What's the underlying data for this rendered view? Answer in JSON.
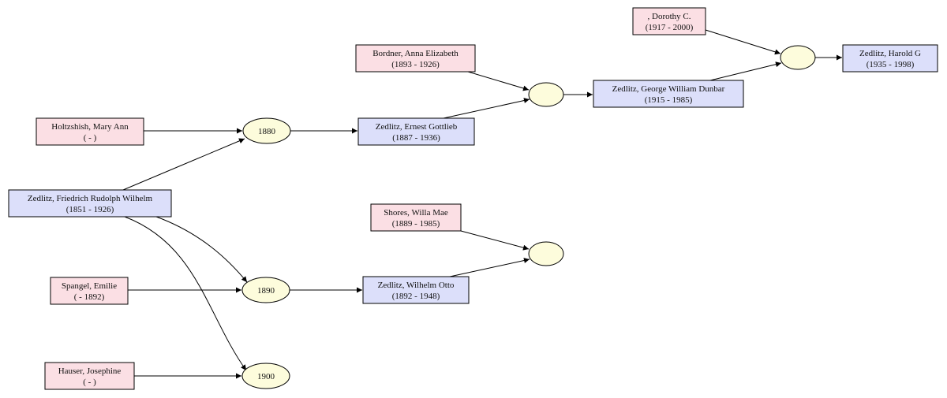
{
  "colors": {
    "female_fill": "#fbdfe4",
    "male_fill": "#dcdffa",
    "family_fill": "#fdfcdc",
    "line": "#000000"
  },
  "people": [
    {
      "id": "dorothy",
      "name": ", Dorothy C.",
      "dates": "(1917 - 2000)",
      "sex": "female"
    },
    {
      "id": "harold",
      "name": "Zedlitz, Harold G",
      "dates": "(1935 - 1998)",
      "sex": "male"
    },
    {
      "id": "anna",
      "name": "Bordner, Anna Elizabeth",
      "dates": "(1893 - 1926)",
      "sex": "female"
    },
    {
      "id": "george",
      "name": "Zedlitz, George William Dunbar",
      "dates": "(1915 - 1985)",
      "sex": "male"
    },
    {
      "id": "maryann",
      "name": "Holtzshish, Mary Ann",
      "dates": "( - )",
      "sex": "female"
    },
    {
      "id": "ernest",
      "name": "Zedlitz, Ernest Gottlieb",
      "dates": "(1887 - 1936)",
      "sex": "male"
    },
    {
      "id": "friedrich",
      "name": "Zedlitz, Friedrich Rudolph Wilhelm",
      "dates": "(1851 - 1926)",
      "sex": "male"
    },
    {
      "id": "willa",
      "name": "Shores, Willa Mae",
      "dates": "(1889 - 1985)",
      "sex": "female"
    },
    {
      "id": "emilie",
      "name": "Spangel, Emilie",
      "dates": "( - 1892)",
      "sex": "female"
    },
    {
      "id": "wilhelm",
      "name": "Zedlitz, Wilhelm Otto",
      "dates": "(1892 - 1948)",
      "sex": "male"
    },
    {
      "id": "josephine",
      "name": "Hauser, Josephine",
      "dates": "( - )",
      "sex": "female"
    }
  ],
  "families": [
    {
      "id": "fam1880",
      "label": "1880"
    },
    {
      "id": "fam1890",
      "label": "1890"
    },
    {
      "id": "fam1900",
      "label": "1900"
    },
    {
      "id": "famErnest",
      "label": ""
    },
    {
      "id": "famGeorge",
      "label": ""
    },
    {
      "id": "famWilhelm",
      "label": ""
    }
  ],
  "edges": [
    {
      "from": "maryann",
      "to": "fam1880"
    },
    {
      "from": "friedrich",
      "to": "fam1880"
    },
    {
      "from": "fam1880",
      "to": "ernest"
    },
    {
      "from": "friedrich",
      "to": "fam1890"
    },
    {
      "from": "emilie",
      "to": "fam1890"
    },
    {
      "from": "fam1890",
      "to": "wilhelm"
    },
    {
      "from": "friedrich",
      "to": "fam1900"
    },
    {
      "from": "josephine",
      "to": "fam1900"
    },
    {
      "from": "anna",
      "to": "famErnest"
    },
    {
      "from": "ernest",
      "to": "famErnest"
    },
    {
      "from": "famErnest",
      "to": "george"
    },
    {
      "from": "dorothy",
      "to": "famGeorge"
    },
    {
      "from": "george",
      "to": "famGeorge"
    },
    {
      "from": "famGeorge",
      "to": "harold"
    },
    {
      "from": "willa",
      "to": "famWilhelm"
    },
    {
      "from": "wilhelm",
      "to": "famWilhelm"
    }
  ]
}
